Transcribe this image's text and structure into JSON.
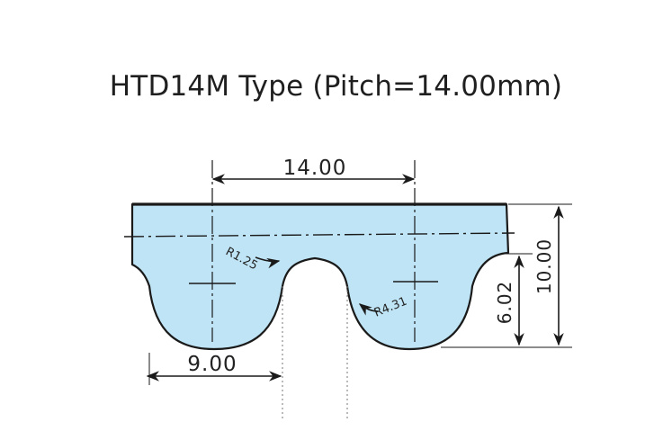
{
  "title": "HTD14M Type (Pitch=14.00mm)",
  "colors": {
    "belt_fill": "#bfe4f5",
    "outline": "#1a1a1a",
    "background": "#ffffff"
  },
  "dimensions": {
    "pitch": "14.00",
    "tooth_width": "9.00",
    "belt_height": "10.00",
    "tooth_height": "6.02",
    "root_radius": "R1.25",
    "tooth_radius": "R4.31"
  }
}
